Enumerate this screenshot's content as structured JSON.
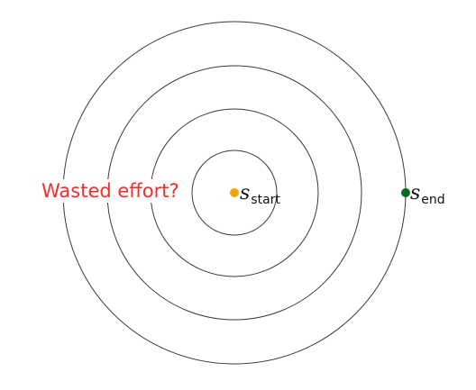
{
  "diagram": {
    "note": "Wasted effort?",
    "start": {
      "symbol": "s",
      "subscript": "start",
      "color": "#f5a300"
    },
    "end": {
      "symbol": "s",
      "subscript": "end",
      "color": "#0a6b1f"
    },
    "note_color": "#ff2a2a",
    "ring_color": "#3a3a3a"
  }
}
